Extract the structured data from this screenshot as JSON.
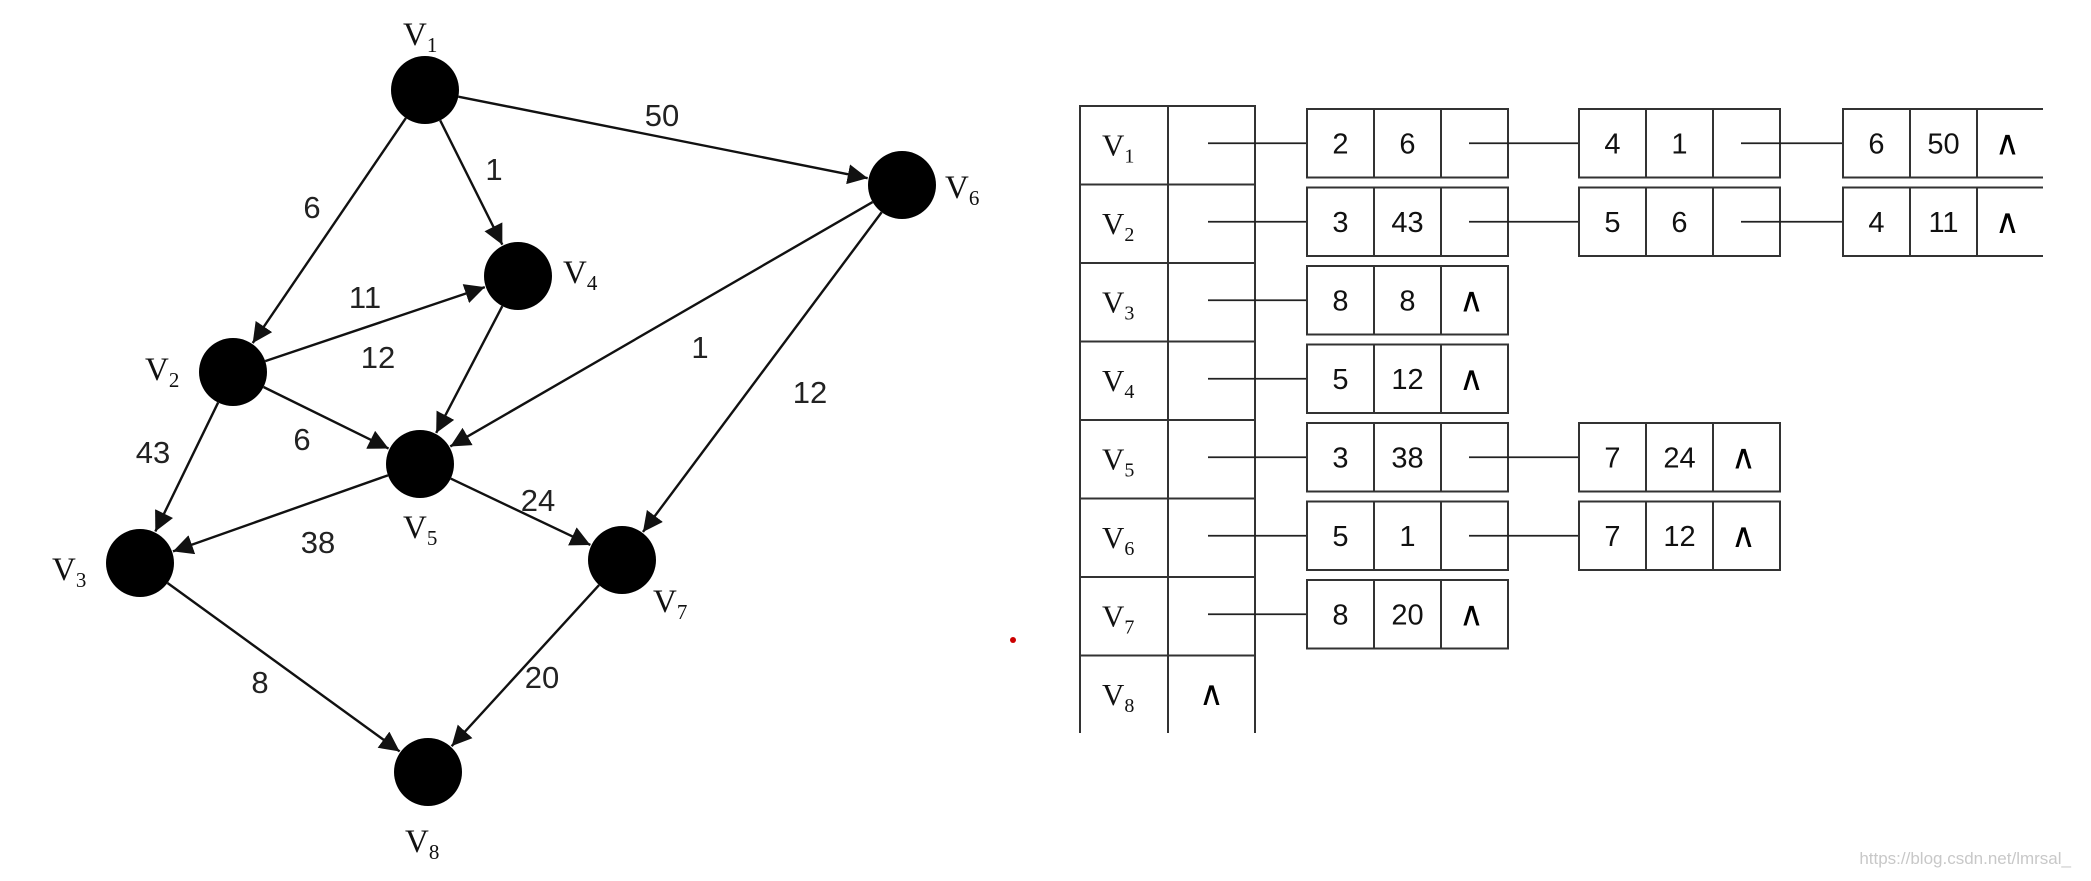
{
  "graph": {
    "nodes": [
      {
        "id": "V1",
        "label": "V",
        "sub": "1"
      },
      {
        "id": "V2",
        "label": "V",
        "sub": "2"
      },
      {
        "id": "V3",
        "label": "V",
        "sub": "3"
      },
      {
        "id": "V4",
        "label": "V",
        "sub": "4"
      },
      {
        "id": "V5",
        "label": "V",
        "sub": "5"
      },
      {
        "id": "V6",
        "label": "V",
        "sub": "6"
      },
      {
        "id": "V7",
        "label": "V",
        "sub": "7"
      },
      {
        "id": "V8",
        "label": "V",
        "sub": "8"
      }
    ],
    "edges": [
      {
        "from": "V1",
        "to": "V2",
        "weight": "6"
      },
      {
        "from": "V1",
        "to": "V4",
        "weight": "1"
      },
      {
        "from": "V1",
        "to": "V6",
        "weight": "50"
      },
      {
        "from": "V2",
        "to": "V4",
        "weight": "11"
      },
      {
        "from": "V2",
        "to": "V5",
        "weight": "6"
      },
      {
        "from": "V2",
        "to": "V3",
        "weight": "43"
      },
      {
        "from": "V4",
        "to": "V5",
        "weight": "12"
      },
      {
        "from": "V6",
        "to": "V5",
        "weight": "1"
      },
      {
        "from": "V6",
        "to": "V7",
        "weight": "12"
      },
      {
        "from": "V5",
        "to": "V3",
        "weight": "38"
      },
      {
        "from": "V5",
        "to": "V7",
        "weight": "24"
      },
      {
        "from": "V3",
        "to": "V8",
        "weight": "8"
      },
      {
        "from": "V7",
        "to": "V8",
        "weight": "20"
      }
    ]
  },
  "adjacency": {
    "null_symbol": "∧",
    "rows": [
      {
        "label": "V",
        "sub": "1",
        "head_null": false,
        "arcs": [
          {
            "adj": "2",
            "w": "6"
          },
          {
            "adj": "4",
            "w": "1"
          },
          {
            "adj": "6",
            "w": "50"
          }
        ]
      },
      {
        "label": "V",
        "sub": "2",
        "head_null": false,
        "arcs": [
          {
            "adj": "3",
            "w": "43"
          },
          {
            "adj": "5",
            "w": "6"
          },
          {
            "adj": "4",
            "w": "11"
          }
        ]
      },
      {
        "label": "V",
        "sub": "3",
        "head_null": false,
        "arcs": [
          {
            "adj": "8",
            "w": "8"
          }
        ]
      },
      {
        "label": "V",
        "sub": "4",
        "head_null": false,
        "arcs": [
          {
            "adj": "5",
            "w": "12"
          }
        ]
      },
      {
        "label": "V",
        "sub": "5",
        "head_null": false,
        "arcs": [
          {
            "adj": "3",
            "w": "38"
          },
          {
            "adj": "7",
            "w": "24"
          }
        ]
      },
      {
        "label": "V",
        "sub": "6",
        "head_null": false,
        "arcs": [
          {
            "adj": "5",
            "w": "1"
          },
          {
            "adj": "7",
            "w": "12"
          }
        ]
      },
      {
        "label": "V",
        "sub": "7",
        "head_null": false,
        "arcs": [
          {
            "adj": "8",
            "w": "20"
          }
        ]
      },
      {
        "label": "V",
        "sub": "8",
        "head_null": true,
        "arcs": []
      }
    ]
  },
  "watermark": "https://blog.csdn.net/lmrsal_"
}
